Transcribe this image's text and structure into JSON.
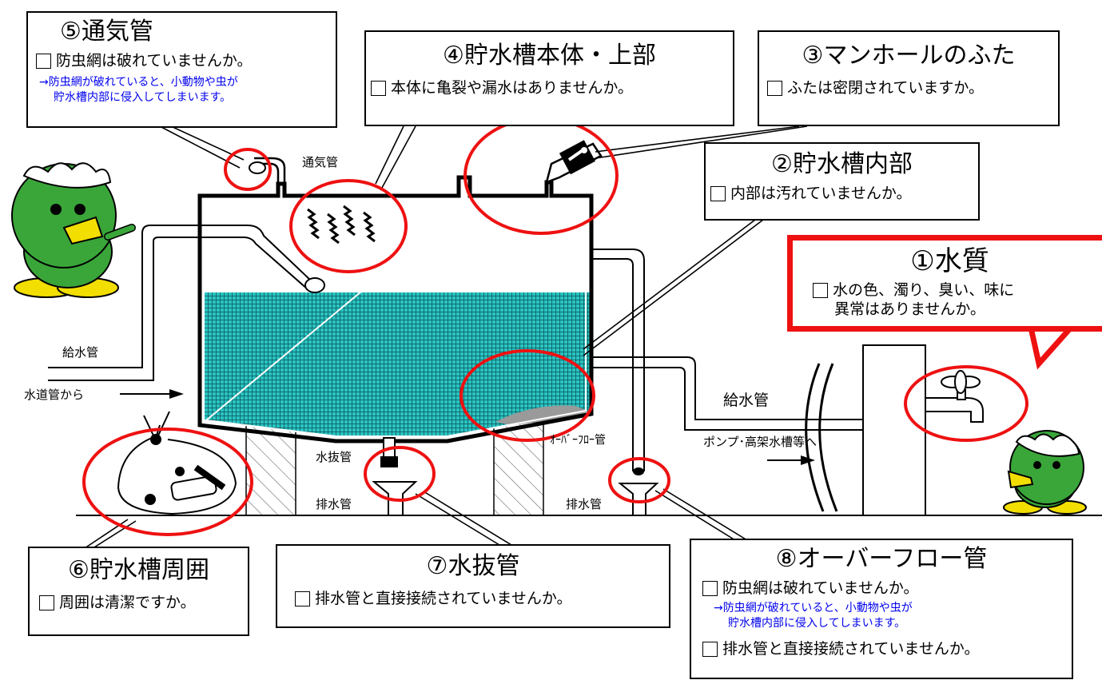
{
  "callouts": {
    "c5": {
      "title": "⑤通気管",
      "items": [
        "防虫網は破れていませんか。"
      ],
      "note": [
        "→防虫網が破れていると、小動物や虫が",
        "貯水槽内部に侵入してしまいます。"
      ]
    },
    "c4": {
      "title": "④貯水槽本体・上部",
      "items": [
        "本体に亀裂や漏水はありませんか。"
      ]
    },
    "c3": {
      "title": "③マンホールのふた",
      "items": [
        "ふたは密閉されていますか。"
      ]
    },
    "c2": {
      "title": "②貯水槽内部",
      "items": [
        "内部は汚れていませんか。"
      ]
    },
    "c1": {
      "title": "①水質",
      "items": [
        "水の色、濁り、臭い、味に",
        "異常はありませんか。"
      ]
    },
    "c6": {
      "title": "⑥貯水槽周囲",
      "items": [
        "周囲は清潔ですか。"
      ]
    },
    "c7": {
      "title": "⑦水抜管",
      "items": [
        "排水管と直接接続されていませんか。"
      ]
    },
    "c8": {
      "title": "⑧オーバーフロー管",
      "items": [
        "防虫網は破れていませんか。",
        "排水管と直接接続されていませんか。"
      ],
      "note": [
        "→防虫網が破れていると、小動物や虫が",
        "貯水槽内部に侵入してしまいます。"
      ]
    }
  },
  "labels": {
    "vent": "通気管",
    "supply_left": "給水管",
    "from_mains": "水道管から",
    "drain_valve": "水抜管",
    "drain_pipe_1": "排水管",
    "overflow": "ｵｰﾊﾞｰﾌﾛｰ管",
    "drain_pipe_2": "排水管",
    "supply_right": "給水管",
    "to_pump": "ポンプ･高架水槽等へ"
  },
  "colors": {
    "highlight": "#ee1111",
    "water": "#29c4c4",
    "mascot": "#3aa63a",
    "note": "#0000ee"
  }
}
